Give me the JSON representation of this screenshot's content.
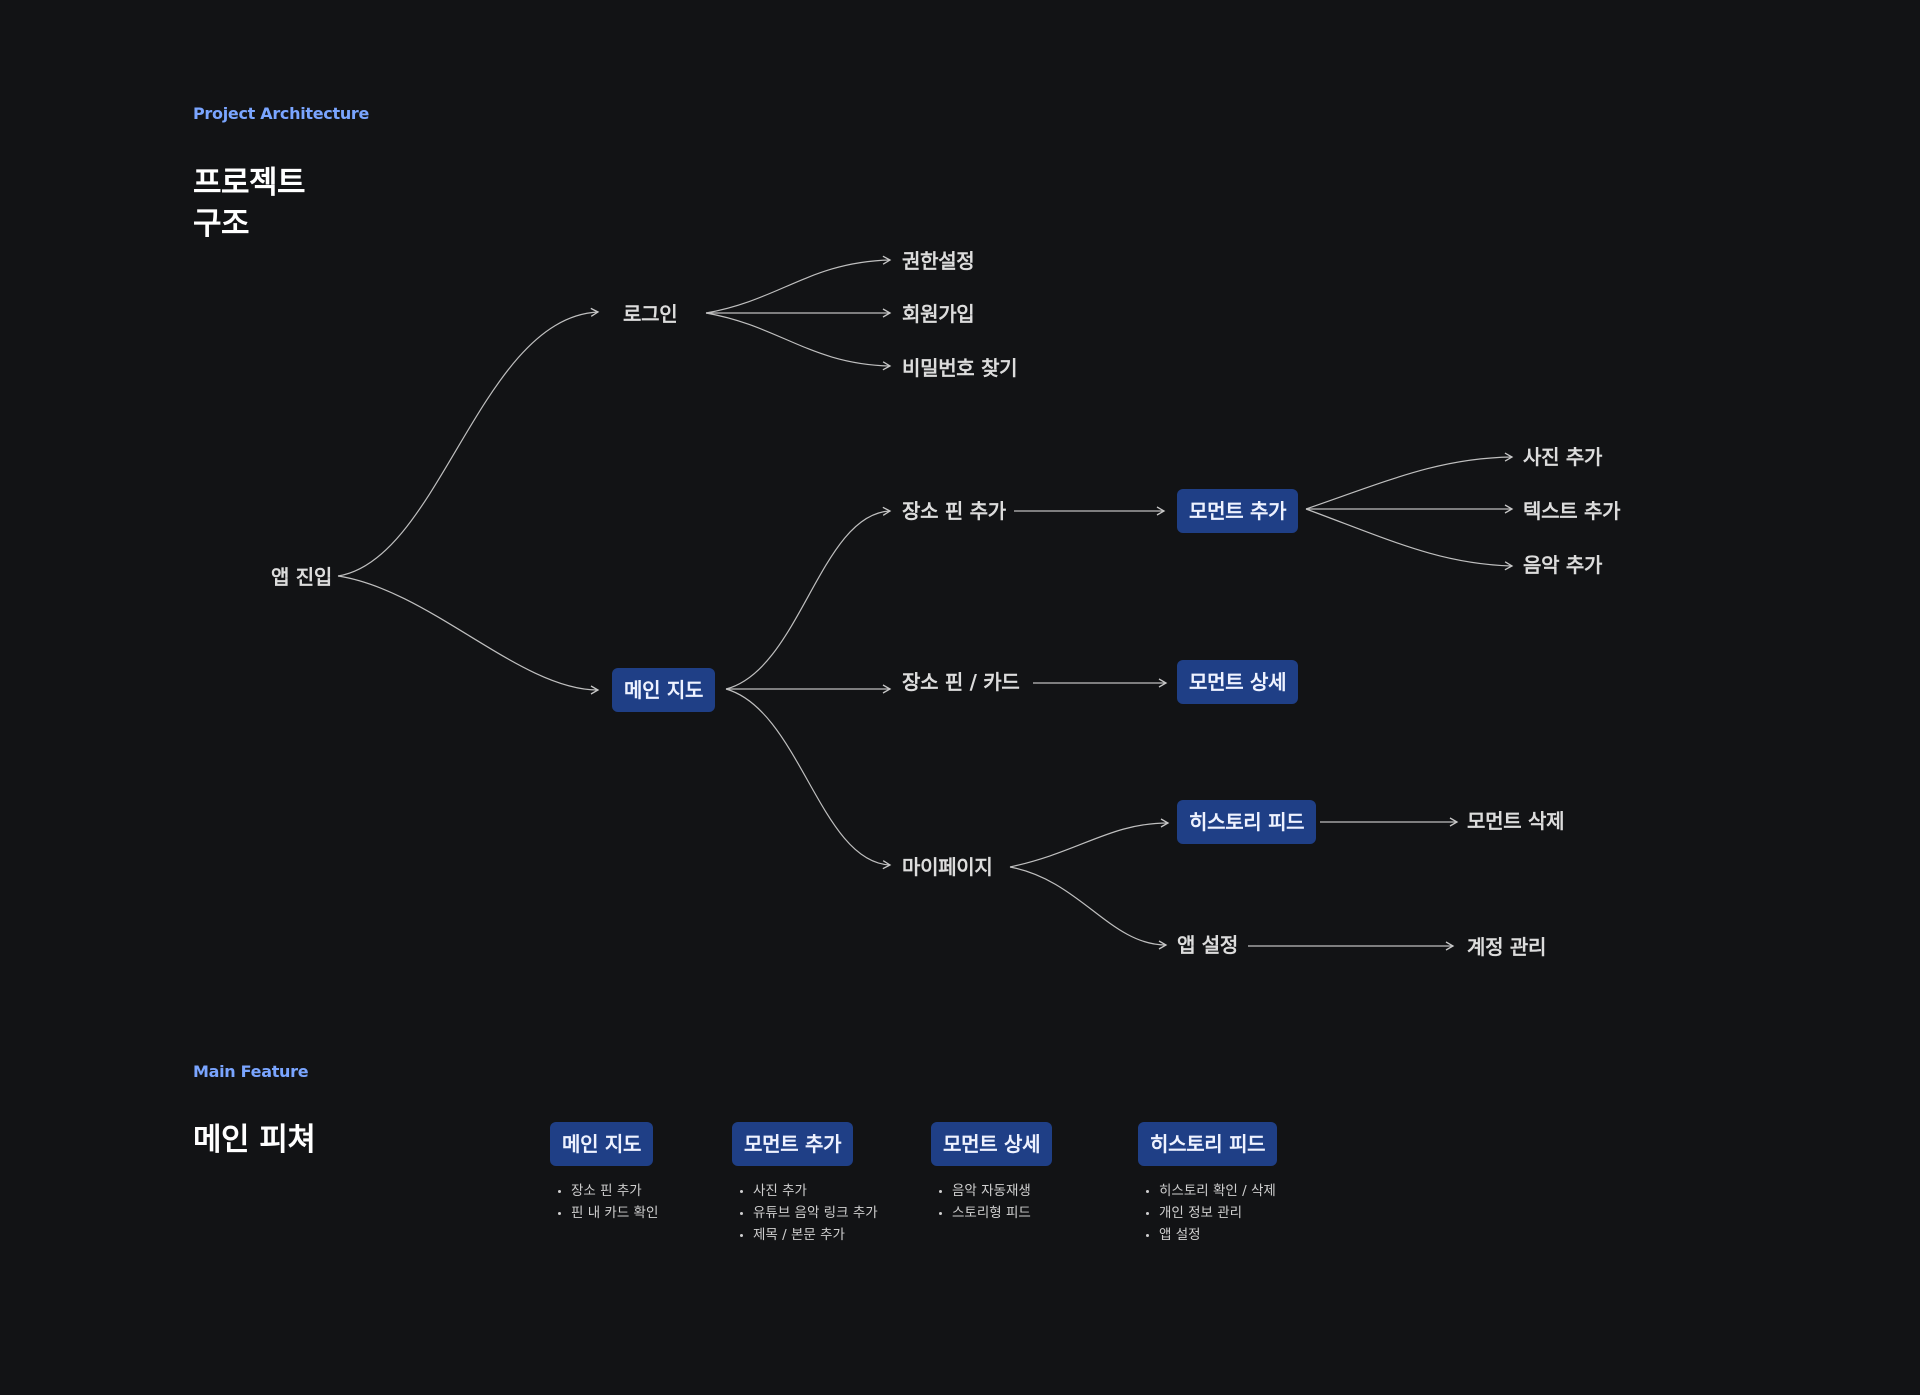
{
  "architecture": {
    "eyebrow": "Project Architecture",
    "title_line1": "프로젝트",
    "title_line2": "구조",
    "nodes": {
      "app_entry": "앱 진입",
      "login": "로그인",
      "permission": "권한설정",
      "signup": "회원가입",
      "find_password": "비밀번호 찾기",
      "main_map": "메인 지도",
      "add_pin": "장소 핀 추가",
      "pin_card": "장소 핀 / 카드",
      "my_page": "마이페이지",
      "moment_add": "모먼트 추가",
      "moment_detail": "모먼트 상세",
      "history_feed": "히스토리 피드",
      "app_settings": "앱 설정",
      "add_photo": "사진 추가",
      "add_text": "텍스트 추가",
      "add_music": "음악 추가",
      "moment_delete": "모먼트 삭제",
      "account_manage": "계정 관리"
    }
  },
  "main_feature": {
    "eyebrow": "Main Feature",
    "title": "메인 피쳐",
    "features": [
      {
        "label": "메인 지도",
        "items": [
          "장소 핀 추가",
          "핀 내 카드 확인"
        ]
      },
      {
        "label": "모먼트 추가",
        "items": [
          "사진 추가",
          "유튜브 음악 링크 추가",
          "제목 / 본문 추가"
        ]
      },
      {
        "label": "모먼트 상세",
        "items": [
          "음악 자동재생",
          "스토리형 피드"
        ]
      },
      {
        "label": "히스토리 피드",
        "items": [
          "히스토리 확인 / 삭제",
          "개인 정보 관리",
          "앱 설정"
        ]
      }
    ]
  },
  "colors": {
    "background": "#121315",
    "accent": "#7aa5ff",
    "pill": "#1f3f86",
    "line": "#bfbfbf"
  }
}
